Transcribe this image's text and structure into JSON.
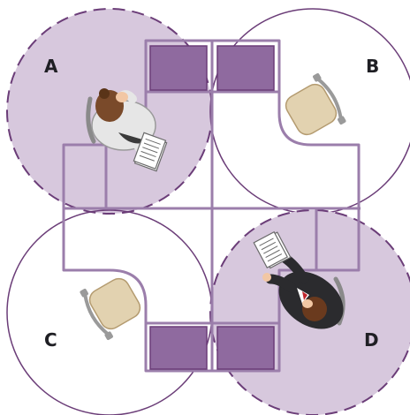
{
  "zones": [
    {
      "label": "A",
      "occupied": true,
      "person": "woman-working"
    },
    {
      "label": "B",
      "occupied": false,
      "person": ""
    },
    {
      "label": "C",
      "occupied": false,
      "person": ""
    },
    {
      "label": "D",
      "occupied": true,
      "person": "man-in-suit"
    }
  ],
  "colors": {
    "occupied_fill": "#d7c8dd",
    "zone_outline": "#6b3d78",
    "desk_outline": "#9b7eab",
    "monitor_fill": "#8f6a9f",
    "chair_seat": "#e2d2b0"
  },
  "icons": {
    "chair": "office-chair-icon",
    "monitor": "monitor-icon",
    "document": "document-icon"
  }
}
